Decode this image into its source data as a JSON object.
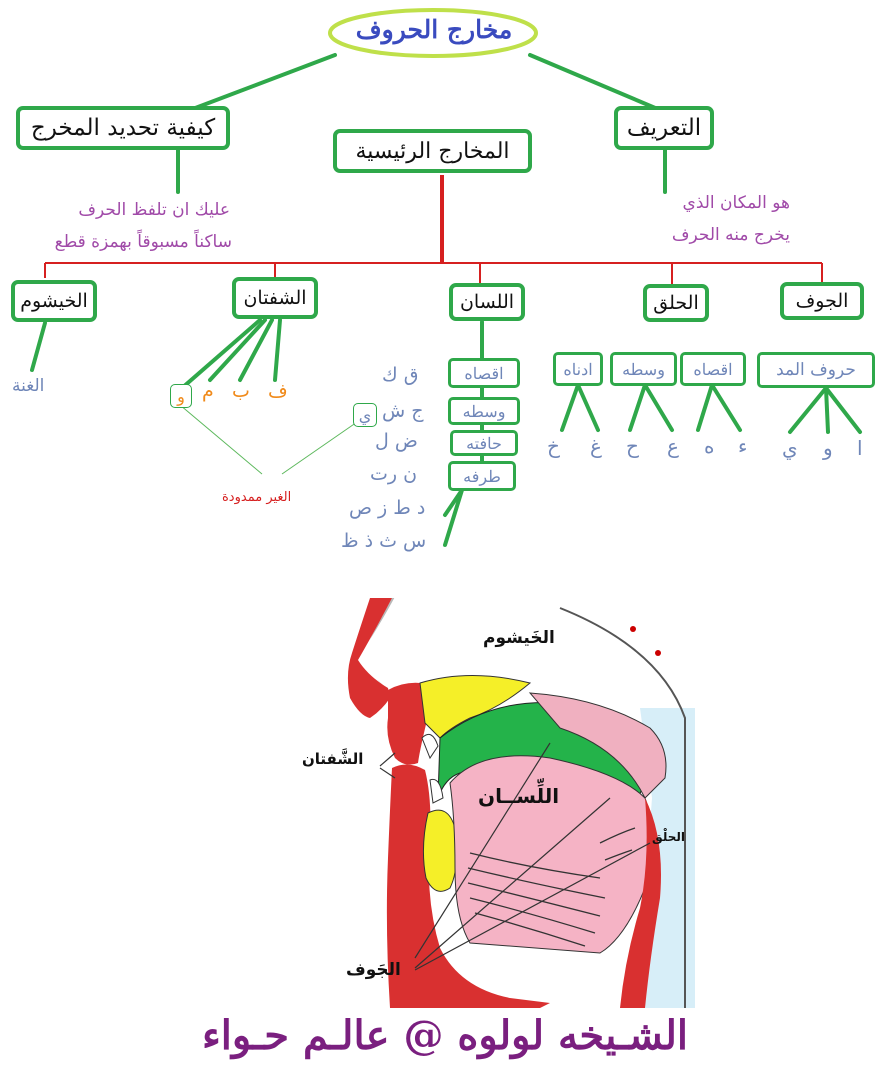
{
  "title": "مخارج الحروف",
  "definition": {
    "label": "التعريف",
    "text_line1": "هو المكان الذي",
    "text_line2": "يخرج منه الحرف"
  },
  "how_to": {
    "label": "كيفية تحديد المخرج",
    "text_line1": "عليك ان تلفظ الحرف",
    "text_line2": "ساكناً مسبوقاً بهمزة قطع"
  },
  "main_exits": "المخارج الرئيسية",
  "categories": {
    "jawf": "الجوف",
    "halq": "الحلق",
    "lisan": "اللسان",
    "shafatan": "الشفتان",
    "khayshum": "الخيشوم"
  },
  "jawf": {
    "sub": "حروف المد",
    "letters": [
      "ا",
      "و",
      "ي"
    ]
  },
  "halq": {
    "aqsa": "اقصاه",
    "wasat": "وسطه",
    "adna": "ادناه",
    "aqsa_letters": [
      "ء",
      "ه"
    ],
    "wasat_letters": [
      "ع",
      "ح"
    ],
    "adna_letters": [
      "غ",
      "خ"
    ]
  },
  "lisan": {
    "aqsa": "اقصاه",
    "aqsa_letters": "ق ك",
    "wasat": "وسطه",
    "wasat_letters": "ج ش",
    "wasat_extra": "ي",
    "hafa": "حافته",
    "hafa_letters": "ض ل",
    "taraf": "طرفه",
    "taraf_letters1": "ن رت",
    "taraf_letters2": "د ط ز ص",
    "taraf_letters3": "س ث ذ ظ"
  },
  "shafatan": {
    "letters": [
      "ف",
      "ب",
      "م",
      "و"
    ],
    "note": "الغير ممدودة"
  },
  "khayshum": {
    "text": "الغنة"
  },
  "figure": {
    "khayshum": "الخَيشوم",
    "shafatan": "الشَّفتان",
    "lisan": "اللِّســان",
    "halq": "الحلْق",
    "jawf": "الجَوف"
  },
  "footer": "الشـيخه لولوه @ عالـم حـواء",
  "colors": {
    "box_border": "#2fa84a",
    "title_ellipse": "#bfe04a",
    "title_text": "#3a4bbf",
    "red_line": "#d62020",
    "blue_text": "#6f86b8",
    "purple_text": "#a04aa8",
    "footer": "#7a1f7f"
  }
}
